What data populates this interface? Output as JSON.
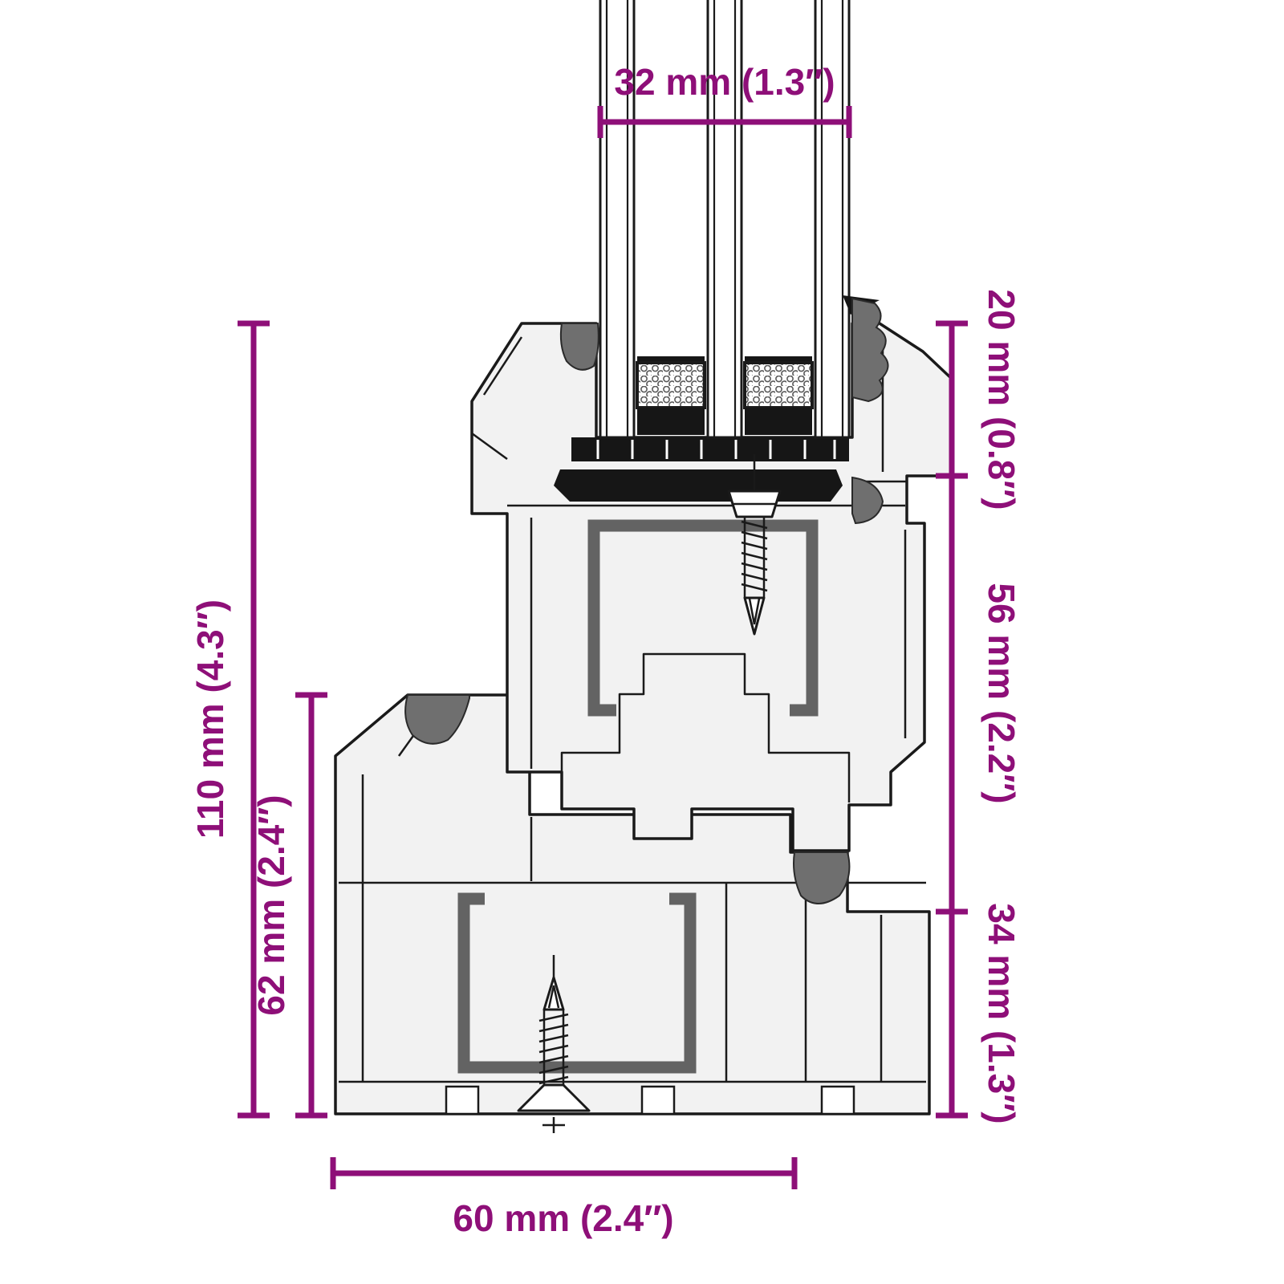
{
  "colors": {
    "dimension": "#8E0F78",
    "outline": "#1a1a1a",
    "profile_fill": "#f2f2f2",
    "steel": "#636363",
    "gasket": "#6f6f6f",
    "seal_black": "#161616",
    "background": "#ffffff"
  },
  "diagram": {
    "dimensions": {
      "glazing_width": "32 mm (1.3″)",
      "glazing_inset": "20 mm (0.8″)",
      "sash_height": "56 mm (2.2″)",
      "frame_right_height": "34 mm (1.3″)",
      "overall_height": "110 mm (4.3″)",
      "frame_left_height": "62 mm (2.4″)",
      "frame_width": "60 mm (2.4″)"
    }
  }
}
